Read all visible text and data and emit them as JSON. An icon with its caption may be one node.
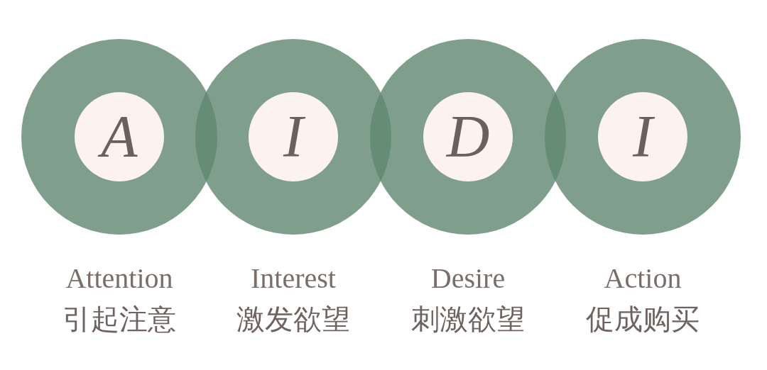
{
  "diagram": {
    "nodes": [
      {
        "text": [
          "A"
        ],
        "beside": [
          "Attention",
          "引起注意"
        ]
      },
      {
        "text": [
          "I"
        ],
        "beside": [
          "Interest",
          "激发欲望"
        ]
      },
      {
        "text": [
          "D"
        ],
        "beside": [
          "Desire",
          "刺激欲望"
        ]
      },
      {
        "text": [
          "I"
        ],
        "beside": [
          "Action",
          "促成购买"
        ]
      }
    ]
  }
}
